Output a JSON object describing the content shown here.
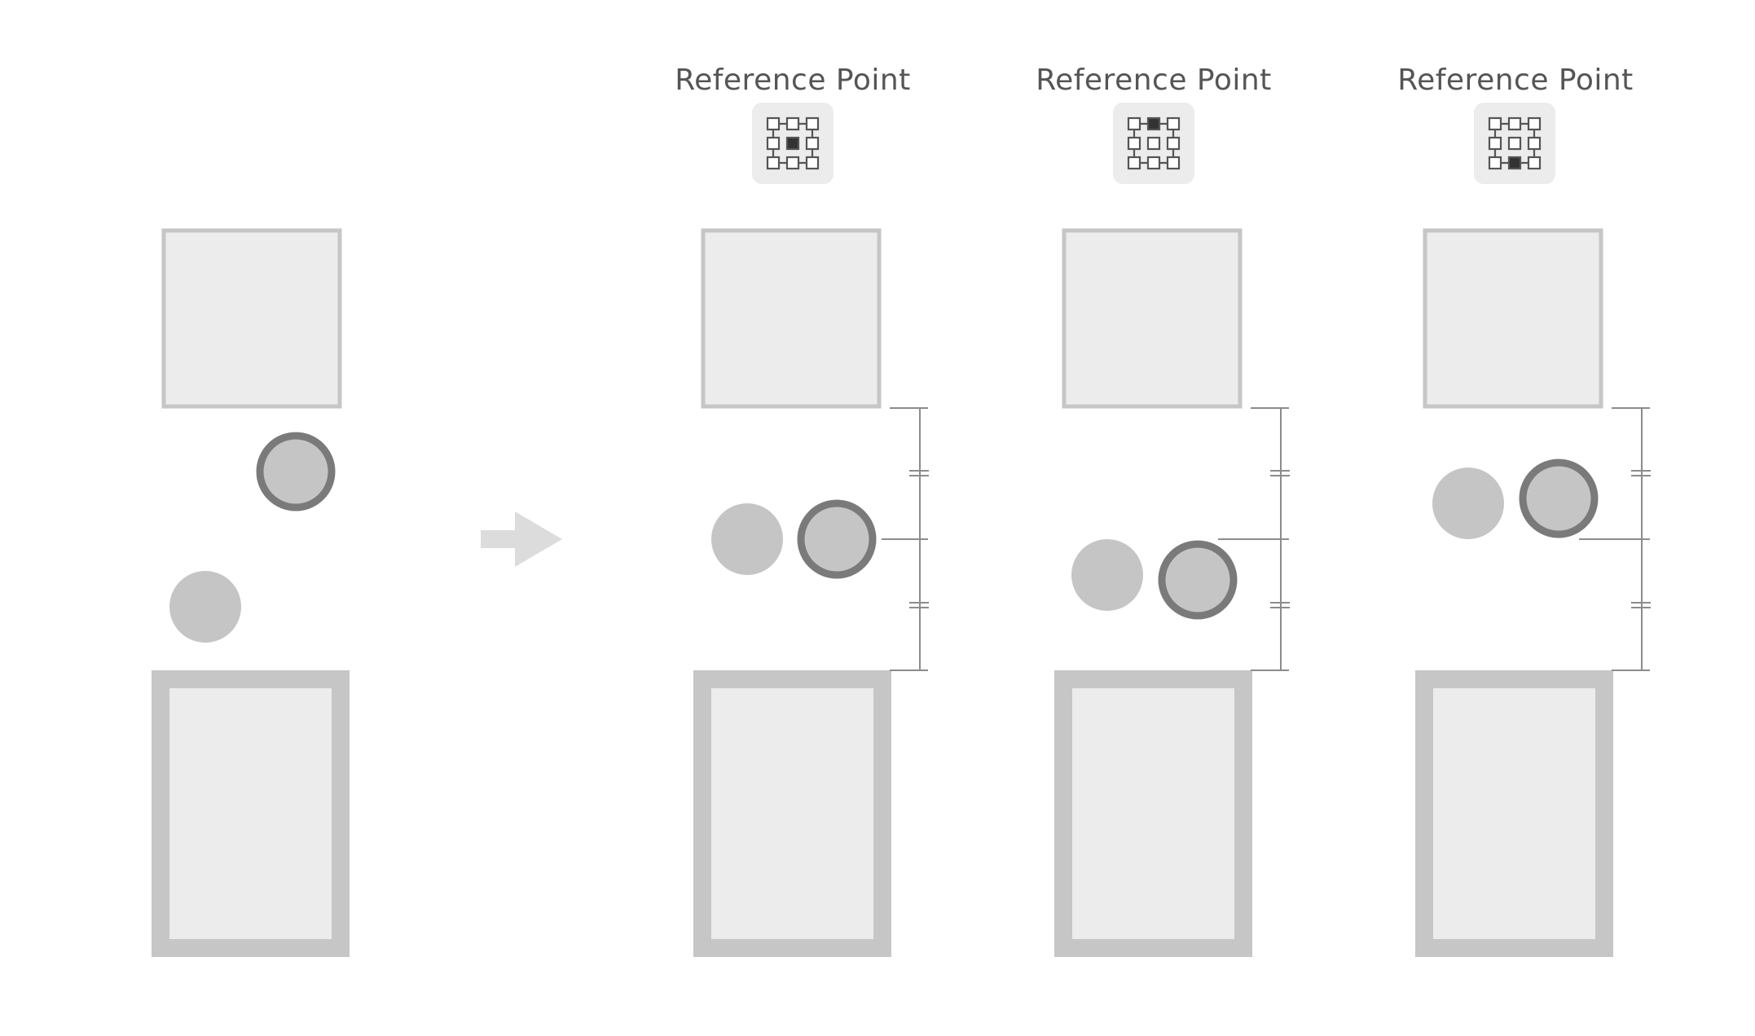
{
  "labels": {
    "col1": "Reference Point",
    "col2": "Reference Point",
    "col3": "Reference Point"
  },
  "reference_points": {
    "col1": "center",
    "col2": "top-center",
    "col3": "bottom-center"
  },
  "colors": {
    "shape_fill": "#ececec",
    "shape_stroke": "#c6c6c6",
    "circle_fill": "#c4c5c4",
    "selected_ring": "#7a7a7a",
    "arrow": "#dcdcdc",
    "dimension_line": "#8c8c8c",
    "icon_stroke": "#555555",
    "icon_active": "#333333"
  }
}
